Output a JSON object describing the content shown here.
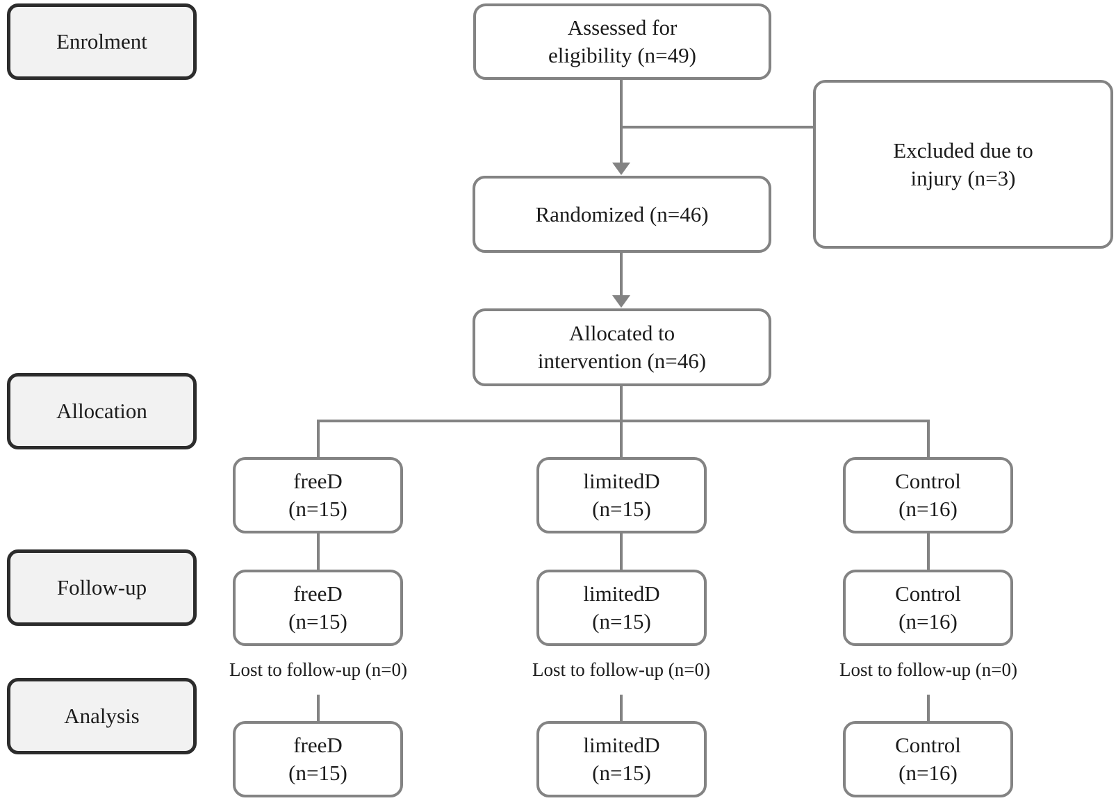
{
  "colors": {
    "stage_border": "#2c2c2c",
    "stage_fill": "#f2f2f2",
    "box_border": "#838383",
    "connector": "#838383",
    "text": "#1b1b1b",
    "background": "#ffffff"
  },
  "stages": [
    {
      "label": "Enrolment"
    },
    {
      "label": "Allocation"
    },
    {
      "label": "Follow-up"
    },
    {
      "label": "Analysis"
    }
  ],
  "nodes": {
    "assessed": {
      "line1": "Assessed for",
      "line2": "eligibility (n=49)"
    },
    "excluded": {
      "line1": "Excluded due to",
      "line2": "injury (n=3)"
    },
    "randomized": {
      "line1": "Randomized (n=46)"
    },
    "allocated": {
      "line1": "Allocated to",
      "line2": "intervention (n=46)"
    }
  },
  "groups": [
    {
      "name": "freeD",
      "allocation": {
        "line1": "freeD",
        "line2": "(n=15)"
      },
      "followup": {
        "line1": "freeD",
        "line2": "(n=15)"
      },
      "lost_to_followup": "Lost to follow-up (n=0)",
      "analysis": {
        "line1": "freeD",
        "line2": "(n=15)"
      }
    },
    {
      "name": "limitedD",
      "allocation": {
        "line1": "limitedD",
        "line2": "(n=15)"
      },
      "followup": {
        "line1": "limitedD",
        "line2": "(n=15)"
      },
      "lost_to_followup": "Lost to follow-up (n=0)",
      "analysis": {
        "line1": "limitedD",
        "line2": "(n=15)"
      }
    },
    {
      "name": "Control",
      "allocation": {
        "line1": "Control",
        "line2": "(n=16)"
      },
      "followup": {
        "line1": "Control",
        "line2": "(n=16)"
      },
      "lost_to_followup": "Lost to follow-up (n=0)",
      "analysis": {
        "line1": "Control",
        "line2": "(n=16)"
      }
    }
  ]
}
